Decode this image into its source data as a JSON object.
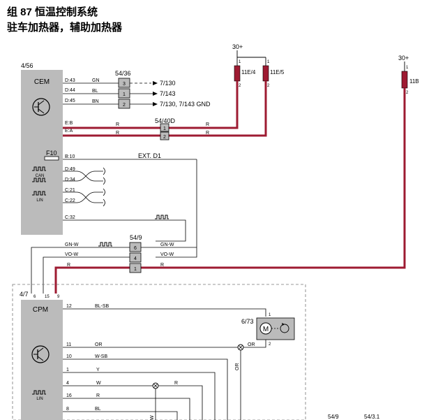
{
  "title": {
    "line1": "组 87 恒温控制系统",
    "line2": "驻车加热器，辅助加热器"
  },
  "colors": {
    "power_wire": "#9e1b32",
    "module_fill": "#bbbbbb",
    "wire": "#000000",
    "dash": "#777777"
  },
  "supply": {
    "label_a": "30+",
    "label_b": "30+"
  },
  "fuses": {
    "f1": {
      "name": "11E/4",
      "pin_top": "1",
      "pin_bottom": "2"
    },
    "f2": {
      "name": "11E/5",
      "pin_top": "1",
      "pin_bottom": "2"
    },
    "f3": {
      "name": "11B",
      "pin_top": "1",
      "pin_bottom": "2"
    }
  },
  "cem": {
    "ref": "4/56",
    "name": "CEM",
    "icon": "transistor-icon",
    "fuse_label": "F10",
    "can_label": "CAN",
    "lin_label": "LIN",
    "pins": {
      "d43": "D:43",
      "d44": "D:44",
      "d45": "D:45",
      "eb": "E:B",
      "ea": "E:A",
      "b10": "B:10",
      "d49": "D:49",
      "d34": "D:34",
      "c21": "C:21",
      "c22": "C:22",
      "c32": "C:32"
    }
  },
  "conn_54_36": {
    "ref": "54/36",
    "pins": [
      "3",
      "1",
      "2"
    ],
    "wires": [
      "GN",
      "BL",
      "BN"
    ],
    "destinations": [
      "7/130",
      "7/143",
      "7/130, 7/143 GND"
    ]
  },
  "conn_54_40d": {
    "ref": "54/40D",
    "pins": [
      "1",
      "2"
    ],
    "wire": "R"
  },
  "ext_d1": "EXT. D1",
  "conn_54_9": {
    "ref": "54/9",
    "pins": [
      "6",
      "4",
      "1"
    ],
    "wires_left": [
      "GN-W",
      "VO-W",
      "R"
    ],
    "wires_right": [
      "GN-W",
      "VO-W",
      "R"
    ]
  },
  "cpm": {
    "ref": "4/7",
    "name": "CPM",
    "icon": "transistor-icon",
    "lin_label": "LIN",
    "top_pins": [
      "6",
      "15",
      "9"
    ],
    "pins": [
      "12",
      "11",
      "10",
      "1",
      "4",
      "16",
      "8"
    ],
    "wires": [
      "BL-SB",
      "OR",
      "W-SB",
      "Y",
      "W",
      "R",
      "BL"
    ]
  },
  "motor": {
    "ref": "6/73",
    "symbol": "M",
    "pin_top": "1",
    "pin_bottom": "2"
  },
  "vertical_labels": {
    "or": "OR",
    "w": "W"
  },
  "extra_wire_labels": {
    "r_motor_or": "OR",
    "r_w_branch": "R"
  },
  "footer_refs": [
    "54/9",
    "54/3.1"
  ]
}
